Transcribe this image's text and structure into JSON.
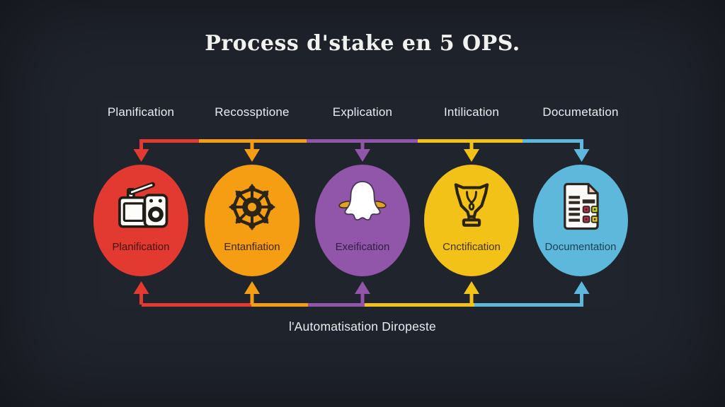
{
  "title": "Process d'stake en 5 OPS.",
  "footer": "l'Automatisation Diropeste",
  "colors": {
    "background": "#20242d",
    "title_text": "#f1f2f0",
    "top_label_text": "#eaecee",
    "footer_text": "#e9ebed"
  },
  "steps": [
    {
      "top_label": "Planification",
      "label": "Planification",
      "icon": "radio-icon",
      "color": "#e23a31",
      "label_color": "#451310"
    },
    {
      "top_label": "Recossptione",
      "label": "Entanfiation",
      "icon": "network-icon",
      "color": "#f59d13",
      "label_color": "#3e2708"
    },
    {
      "top_label": "Explication",
      "label": "Exeification",
      "icon": "ghost-icon",
      "color": "#9155a9",
      "label_color": "#301e43"
    },
    {
      "top_label": "Intilication",
      "label": "Cnctification",
      "icon": "trophy-icon",
      "color": "#f2c218",
      "label_color": "#453309"
    },
    {
      "top_label": "Documetation",
      "label": "Documentation",
      "icon": "document-icon",
      "color": "#5db8dc",
      "label_color": "#1d4254"
    }
  ]
}
